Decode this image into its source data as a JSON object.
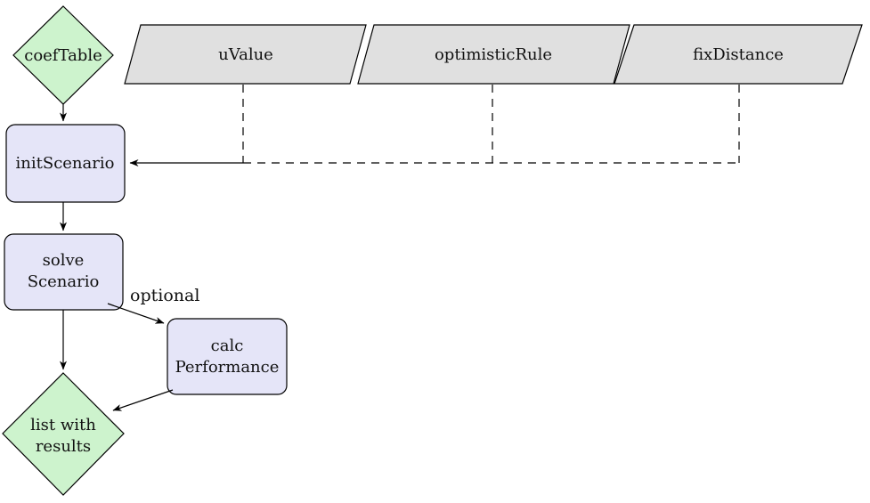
{
  "diagram": {
    "type": "flowchart",
    "nodes": {
      "coef_table": {
        "label": "coefTable",
        "shape": "diamond",
        "role": "data"
      },
      "u_value": {
        "label": "uValue",
        "shape": "parallelogram",
        "role": "input"
      },
      "optimistic_rule": {
        "label": "optimisticRule",
        "shape": "parallelogram",
        "role": "input"
      },
      "fix_distance": {
        "label": "fixDistance",
        "shape": "parallelogram",
        "role": "input"
      },
      "init_scenario": {
        "label": "initScenario",
        "shape": "rounded-rect",
        "role": "process"
      },
      "solve_scenario": {
        "label": "solve\nScenario",
        "shape": "rounded-rect",
        "role": "process"
      },
      "calc_performance": {
        "label": "calc\nPerformance",
        "shape": "rounded-rect",
        "role": "process"
      },
      "list_with_results": {
        "label": "list with\nresults",
        "shape": "diamond",
        "role": "data"
      }
    },
    "edge_labels": {
      "optional": "optional"
    },
    "edges": [
      "coefTable -> initScenario",
      "uValue -dashed-> initScenario",
      "optimisticRule -dashed-> initScenario",
      "fixDistance -dashed-> initScenario",
      "initScenario -> solveScenario",
      "solveScenario -> listWithResults",
      "solveScenario -optional-> calcPerformance",
      "calcPerformance -> listWithResults"
    ],
    "colors": {
      "diamond_fill": "#cdf3cd",
      "process_fill": "#e5e5f8",
      "parallelogram_fill": "#e0e0e0",
      "stroke": "#000000",
      "background": "#ffffff"
    }
  }
}
